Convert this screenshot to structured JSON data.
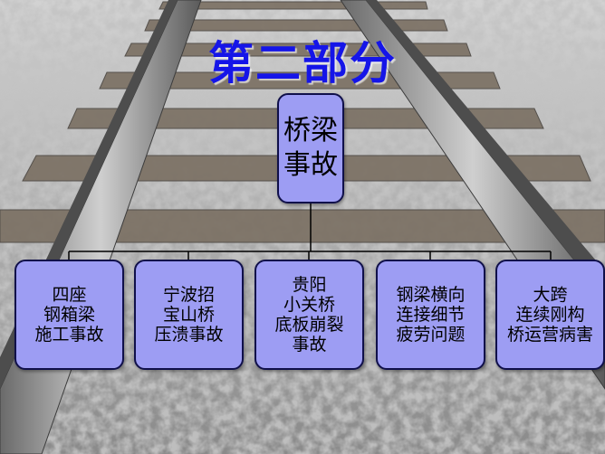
{
  "title": "第二部分",
  "root": {
    "label": "桥梁\n事故"
  },
  "children": [
    {
      "label": "四座\n钢箱梁\n施工事故"
    },
    {
      "label": "宁波招\n宝山桥\n压溃事故"
    },
    {
      "label": "贵阳\n小关桥\n底板崩裂\n事故"
    },
    {
      "label": "钢梁横向\n连接细节\n疲劳问题"
    },
    {
      "label": "大跨\n连续刚构\n桥运营病害"
    }
  ],
  "colors": {
    "title": "#1515e8",
    "box_fill": "#9d9df3",
    "box_border": "#10104a",
    "connector": "#000000"
  }
}
